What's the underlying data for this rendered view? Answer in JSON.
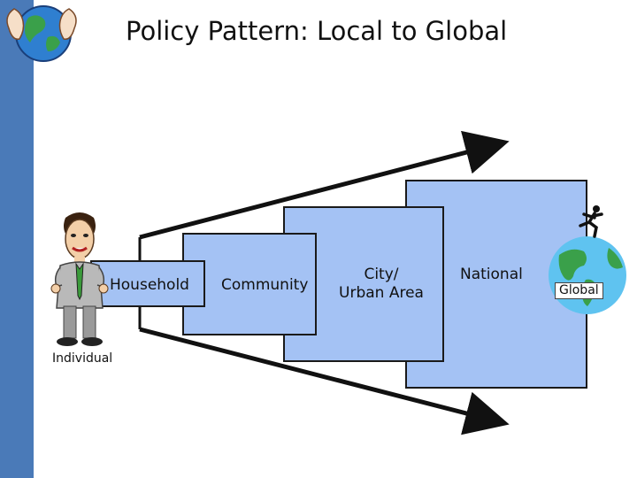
{
  "title": "Policy Pattern: Local to Global",
  "levels": {
    "individual": "Individual",
    "household": "Household",
    "community": "Community",
    "city_line1": "City/",
    "city_line2": "Urban Area",
    "national": "National",
    "global": "Global"
  },
  "icons": {
    "logo": "hands-holding-globe-icon",
    "person": "man-figure-icon",
    "globe": "earth-globe-icon",
    "runner": "running-figure-icon"
  },
  "colors": {
    "sidebar": "#4a7ab8",
    "box_fill": "#a4c2f4",
    "globe_ocean": "#5fc3f0",
    "globe_land": "#3aa04a"
  }
}
